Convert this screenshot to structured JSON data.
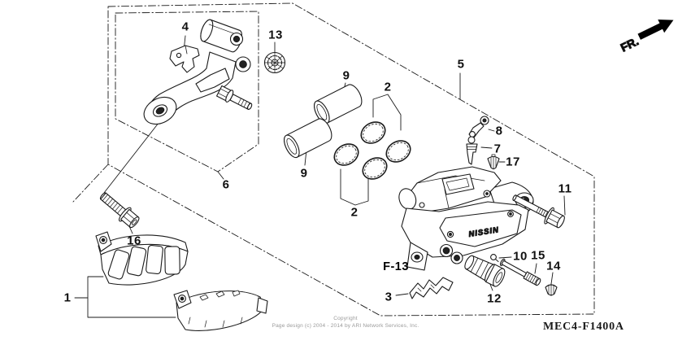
{
  "diagram": {
    "code": "MEC4-F1400A",
    "direction_label": "FR.",
    "section_ref": "F-13",
    "brand": "NISSIN",
    "copyright_line1": "Copyright",
    "copyright_line2": "Page design (c) 2004 - 2014 by ARI Network Services, Inc."
  },
  "callouts": [
    {
      "label": "4"
    },
    {
      "label": "13"
    },
    {
      "label": "9"
    },
    {
      "label": "2"
    },
    {
      "label": "5"
    },
    {
      "label": "8"
    },
    {
      "label": "7"
    },
    {
      "label": "17"
    },
    {
      "label": "11"
    },
    {
      "label": "6"
    },
    {
      "label": "9"
    },
    {
      "label": "2"
    },
    {
      "label": "16"
    },
    {
      "label": "1"
    },
    {
      "label": "3"
    },
    {
      "label": "12"
    },
    {
      "label": "10"
    },
    {
      "label": "15"
    },
    {
      "label": "14"
    }
  ]
}
